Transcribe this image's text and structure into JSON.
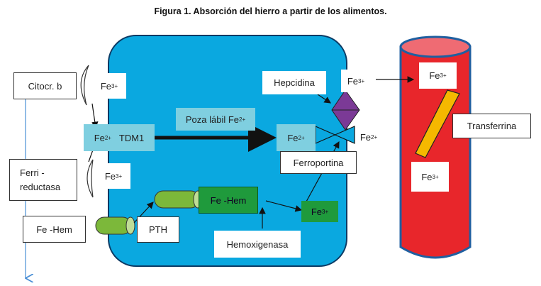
{
  "title": "Figura 1. Absorción del hierro a partir de los alimentos.",
  "labels": {
    "citocr_b": "Citocr. b",
    "ferri_reductasa_line1": "Ferri -",
    "ferri_reductasa_line2": "reductasa",
    "fe_hem_outside": "Fe -Hem",
    "fe_base": "Fe",
    "sup_3": "3+",
    "sup_2": "2+",
    "tdm1": "TDM1",
    "poza_labil": "Poza lábil Fe",
    "pth": "PTH",
    "fe_hem_inside": "Fe -Hem",
    "hemoxigenasa": "Hemoxigenasa",
    "hepcidina": "Hepcidina",
    "ferroportina": "Ferroportina",
    "transferrina": "Transferrina"
  },
  "colors": {
    "cell": "#0aa8e0",
    "cell_border": "#0b3a64",
    "pool": "#7fcfe0",
    "heme_green": "#1f9a3c",
    "cylinder_green": "#7cb83a",
    "hepcidin": "#7b3a96",
    "vessel": "#e8262b",
    "vessel_border": "#1f5fa0",
    "transferrin": "#f5b800"
  }
}
